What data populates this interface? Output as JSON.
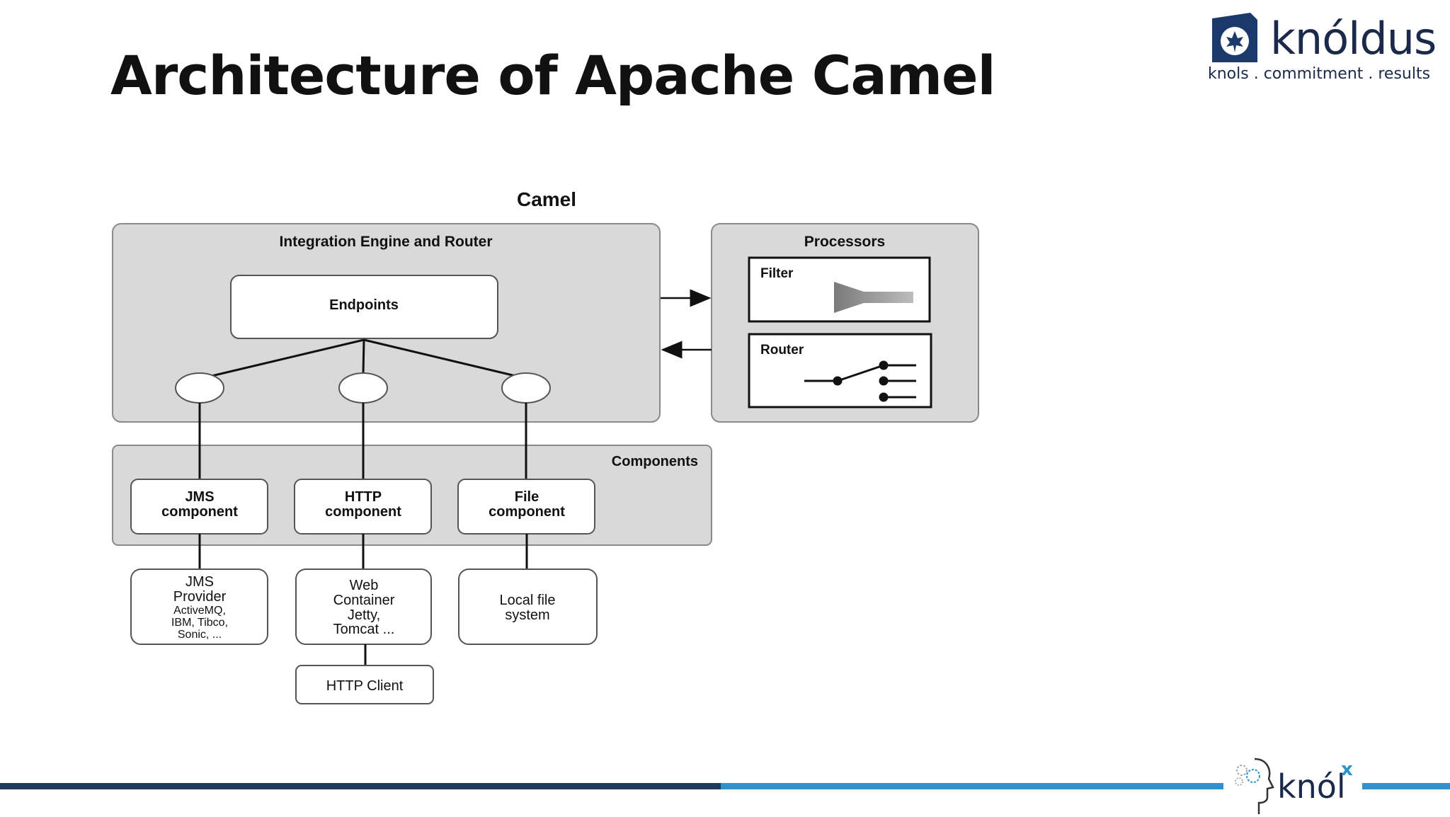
{
  "slide": {
    "title": "Architecture of Apache Camel"
  },
  "logo": {
    "brand": "knóldus",
    "tagline": "knols . commitment . results"
  },
  "footer_logo": {
    "text": "knól",
    "superscript": "x"
  },
  "diagram": {
    "title": "Camel",
    "engine": {
      "label": "Integration Engine and Router",
      "endpoints_label": "Endpoints"
    },
    "processors": {
      "label": "Processors",
      "filter_label": "Filter",
      "router_label": "Router"
    },
    "components": {
      "label": "Components",
      "jms": [
        "JMS",
        "component"
      ],
      "http": [
        "HTTP",
        "component"
      ],
      "file": [
        "File",
        "component"
      ]
    },
    "backends": {
      "jms_provider": [
        "JMS",
        "Provider",
        "ActiveMQ,",
        "IBM, Tibco,",
        "Sonic, ..."
      ],
      "web_container": [
        "Web",
        "Container",
        "Jetty,",
        "Tomcat ..."
      ],
      "local_file": [
        "Local file",
        "system"
      ],
      "http_client": "HTTP Client"
    }
  },
  "colors": {
    "panel_fill": "#d9d9d9",
    "panel_stroke": "#8a8a8a",
    "line": "#111111",
    "bar_dark": "#1e3a5c",
    "bar_light": "#2f93c9"
  }
}
